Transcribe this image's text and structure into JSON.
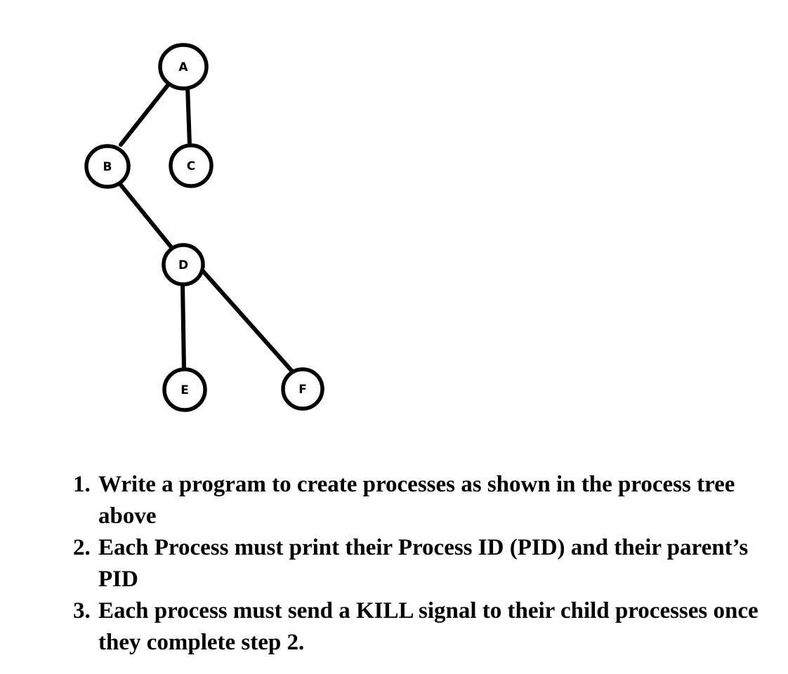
{
  "diagram": {
    "nodes": [
      {
        "id": "A",
        "label": "A"
      },
      {
        "id": "B",
        "label": "B"
      },
      {
        "id": "C",
        "label": "C"
      },
      {
        "id": "D",
        "label": "D"
      },
      {
        "id": "E",
        "label": "E"
      },
      {
        "id": "F",
        "label": "F"
      }
    ],
    "edges": [
      {
        "from": "A",
        "to": "B"
      },
      {
        "from": "A",
        "to": "C"
      },
      {
        "from": "B",
        "to": "D"
      },
      {
        "from": "D",
        "to": "E"
      },
      {
        "from": "D",
        "to": "F"
      }
    ]
  },
  "tasks": [
    {
      "number": "1.",
      "text": "Write a program to create processes as shown in the process tree above"
    },
    {
      "number": "2.",
      "text": "Each Process must print their Process ID (PID) and their parent’s PID"
    },
    {
      "number": "3.",
      "text": "Each process must send a KILL signal to their child processes once they complete step 2."
    }
  ]
}
